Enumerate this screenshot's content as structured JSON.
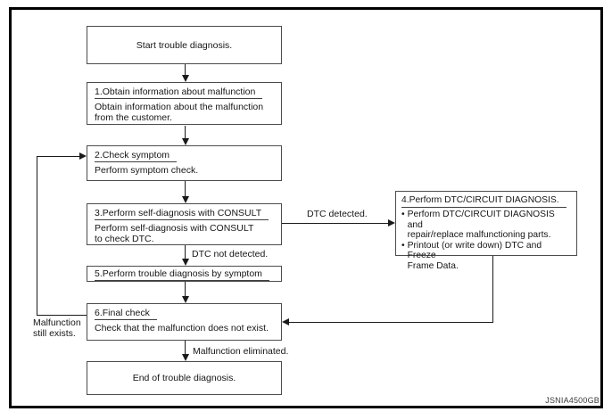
{
  "flowchart": {
    "watermark": "JSNIA4500GB",
    "colors": {
      "frame_border": "#000000",
      "box_border": "#4c4c4c",
      "line": "#1a1a1a",
      "text": "#161616",
      "background": "#ffffff"
    },
    "nodes": {
      "start": {
        "text": "Start trouble diagnosis."
      },
      "step1": {
        "title": "1.Obtain information about malfunction",
        "body": "Obtain information about the malfunction\nfrom the customer."
      },
      "step2": {
        "title": "2.Check symptom",
        "body": "Perform symptom check."
      },
      "step3": {
        "title": "3.Perform self-diagnosis with CONSULT",
        "body": "Perform self-diagnosis with CONSULT\nto check DTC."
      },
      "step4": {
        "title": "4.Perform DTC/CIRCUIT DIAGNOSIS.",
        "bullets": [
          {
            "glyph": "•",
            "text": "Perform DTC/CIRCUIT DIAGNOSIS and\nrepair/replace malfunctioning parts."
          },
          {
            "glyph": "•",
            "text": "Printout (or write down) DTC and Freeze\nFrame Data."
          }
        ]
      },
      "step5": {
        "title": "5.Perform trouble diagnosis by symptom"
      },
      "step6": {
        "title": "6.Final check",
        "body": "Check that the malfunction does not exist."
      },
      "end": {
        "text": "End of trouble diagnosis."
      }
    },
    "edge_labels": {
      "dtc_detected": "DTC detected.",
      "dtc_not_detected": "DTC not detected.",
      "malfunction_eliminated": "Malfunction eliminated.",
      "malfunction_still_exists": "Malfunction\nstill exists."
    }
  }
}
